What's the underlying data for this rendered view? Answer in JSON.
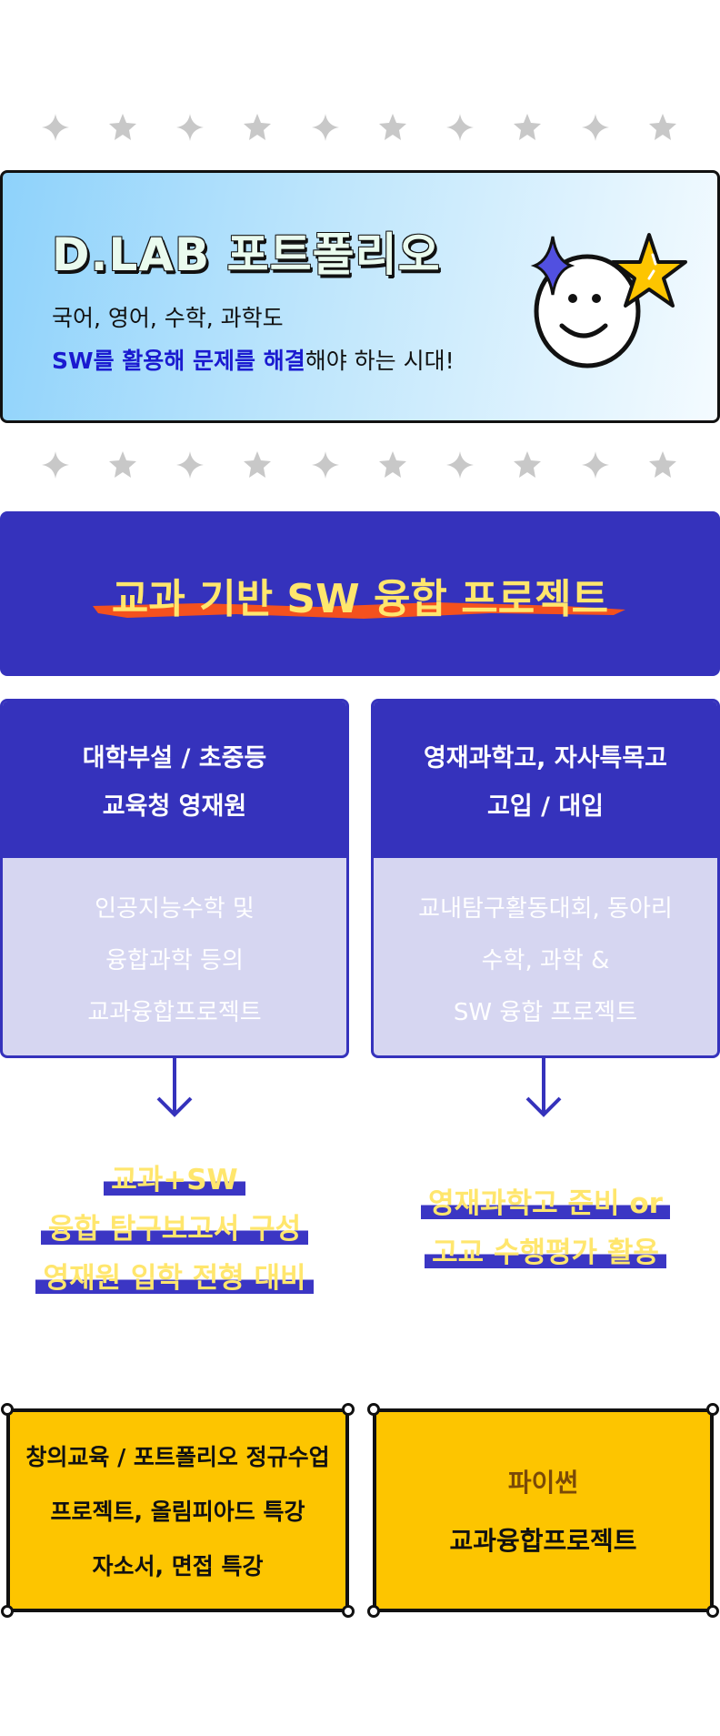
{
  "banner": {
    "title": "D.LAB 포트폴리오",
    "line1": "국어, 영어, 수학, 과학도",
    "line2_highlight": "SW를 활용해 문제를 해결",
    "line2_rest": "해야 하는 시대!"
  },
  "section": {
    "title": "교과 기반 SW 융합 프로젝트"
  },
  "cards": [
    {
      "header": [
        "대학부설 / 초중등",
        "교육청 영재원"
      ],
      "body": [
        "인공지능수학 및",
        "융합과학 등의",
        "교과융합프로젝트"
      ]
    },
    {
      "header": [
        "영재과학고, 자사특목고",
        "고입 / 대입"
      ],
      "body": [
        "교내탐구활동대회, 동아리",
        "수학, 과학 &",
        "SW 융합 프로젝트"
      ]
    }
  ],
  "outcomes": [
    [
      "교과+SW",
      "융합 탐구보고서 구성",
      "영재원 입학 전형 대비"
    ],
    [
      "영재과학고 준비 or",
      "고교 수행평가 활용"
    ]
  ],
  "programs": [
    {
      "lines": [
        "창의교육 / 포트폴리오 정규수업",
        "프로젝트, 올림피아드 특강",
        "자소서, 면접 특강"
      ]
    },
    {
      "highlight": "파이썬",
      "lines": [
        "교과융합프로젝트"
      ]
    }
  ],
  "colors": {
    "purple": "#3532bc",
    "yellow": "#ffe66d",
    "gold": "#fdc500",
    "blue_text": "#1a1ad0"
  }
}
